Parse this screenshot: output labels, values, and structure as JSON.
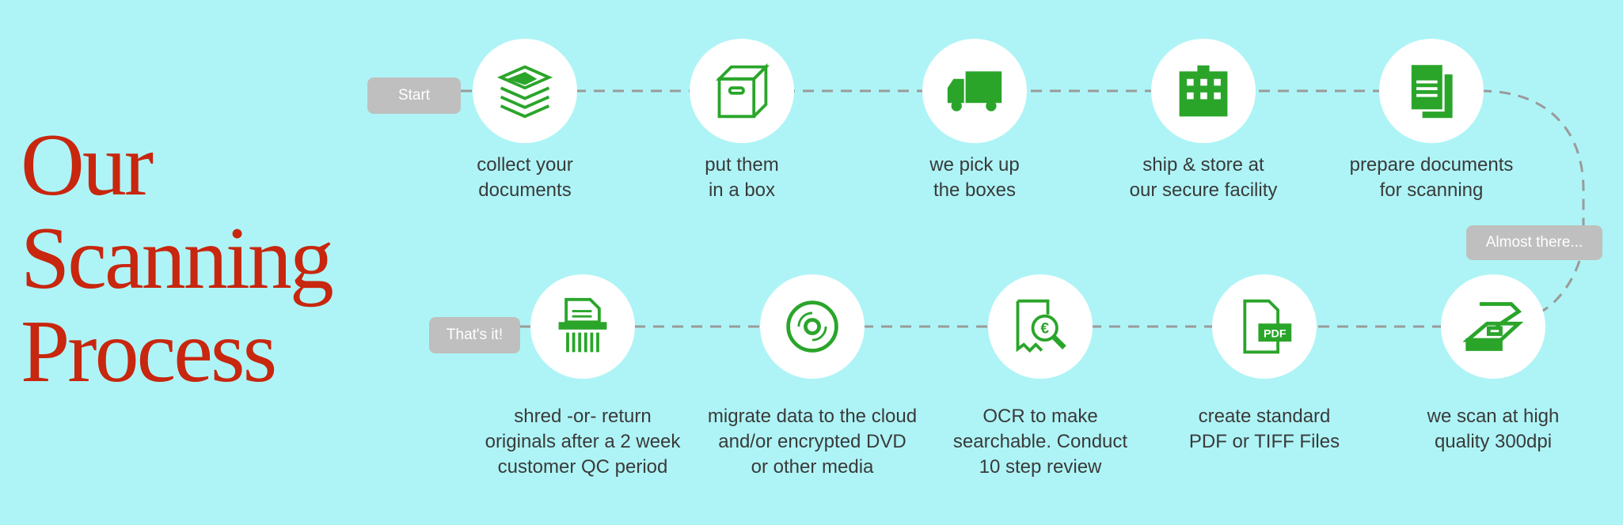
{
  "title": {
    "line1": "Our",
    "line2": "Scanning",
    "line3": "Process"
  },
  "markers": {
    "start": "Start",
    "almost": "Almost there...",
    "end": "That's it!"
  },
  "colors": {
    "background": "#aef4f6",
    "title": "#c8260e",
    "icon": "#2aa52a",
    "pill": "#bfbfbf"
  },
  "steps": [
    {
      "icon": "document-stack-icon",
      "line1": "collect your",
      "line2": "documents"
    },
    {
      "icon": "box-icon",
      "line1": "put them",
      "line2": "in a box"
    },
    {
      "icon": "truck-icon",
      "line1": "we pick up",
      "line2": "the boxes"
    },
    {
      "icon": "building-icon",
      "line1": "ship & store at",
      "line2": "our secure facility"
    },
    {
      "icon": "documents-icon",
      "line1": "prepare documents",
      "line2": "for scanning"
    },
    {
      "icon": "scanner-icon",
      "line1": "we scan at high",
      "line2": "quality 300dpi"
    },
    {
      "icon": "pdf-file-icon",
      "line1": "create standard",
      "line2": "PDF or TIFF Files"
    },
    {
      "icon": "ocr-search-icon",
      "line1": "OCR to make",
      "line2": "searchable. Conduct",
      "line3": "10 step review"
    },
    {
      "icon": "disc-icon",
      "line1": "migrate data to the cloud",
      "line2": "and/or encrypted DVD",
      "line3": "or other media"
    },
    {
      "icon": "shredder-icon",
      "line1": "shred -or- return",
      "line2": "originals after a 2 week",
      "line3": "customer QC period"
    }
  ]
}
